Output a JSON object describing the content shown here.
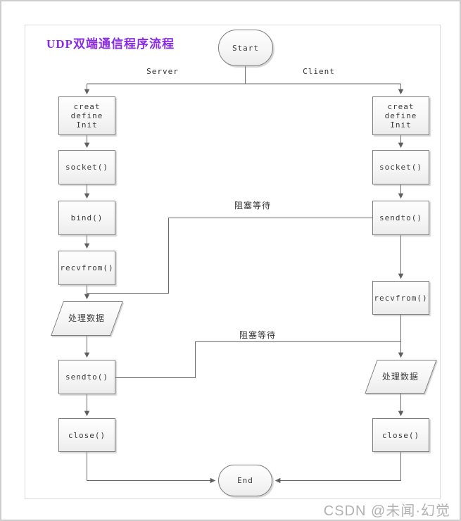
{
  "title": "UDP双端通信程序流程",
  "column_labels": {
    "server": "Server",
    "client": "Client"
  },
  "edge_labels": {
    "wait_top": "阻塞等待",
    "wait_bottom": "阻塞等待"
  },
  "nodes": {
    "start": "Start",
    "end": "End",
    "server_init": "creat\ndefine\nInit",
    "server_socket": "socket()",
    "server_bind": "bind()",
    "server_recvfrom": "recvfrom()",
    "server_process": "处理数据",
    "server_sendto": "sendto()",
    "server_close": "close()",
    "client_init": "creat\ndefine\nInit",
    "client_socket": "socket()",
    "client_sendto": "sendto()",
    "client_recvfrom": "recvfrom()",
    "client_process": "处理数据",
    "client_close": "close()"
  },
  "watermark": "CSDN @未闻·幻觉",
  "colors": {
    "title": "#8A2BE2",
    "connector": "#666666",
    "node_border": "#7D7D7D",
    "watermark": "#B2B2B2"
  }
}
